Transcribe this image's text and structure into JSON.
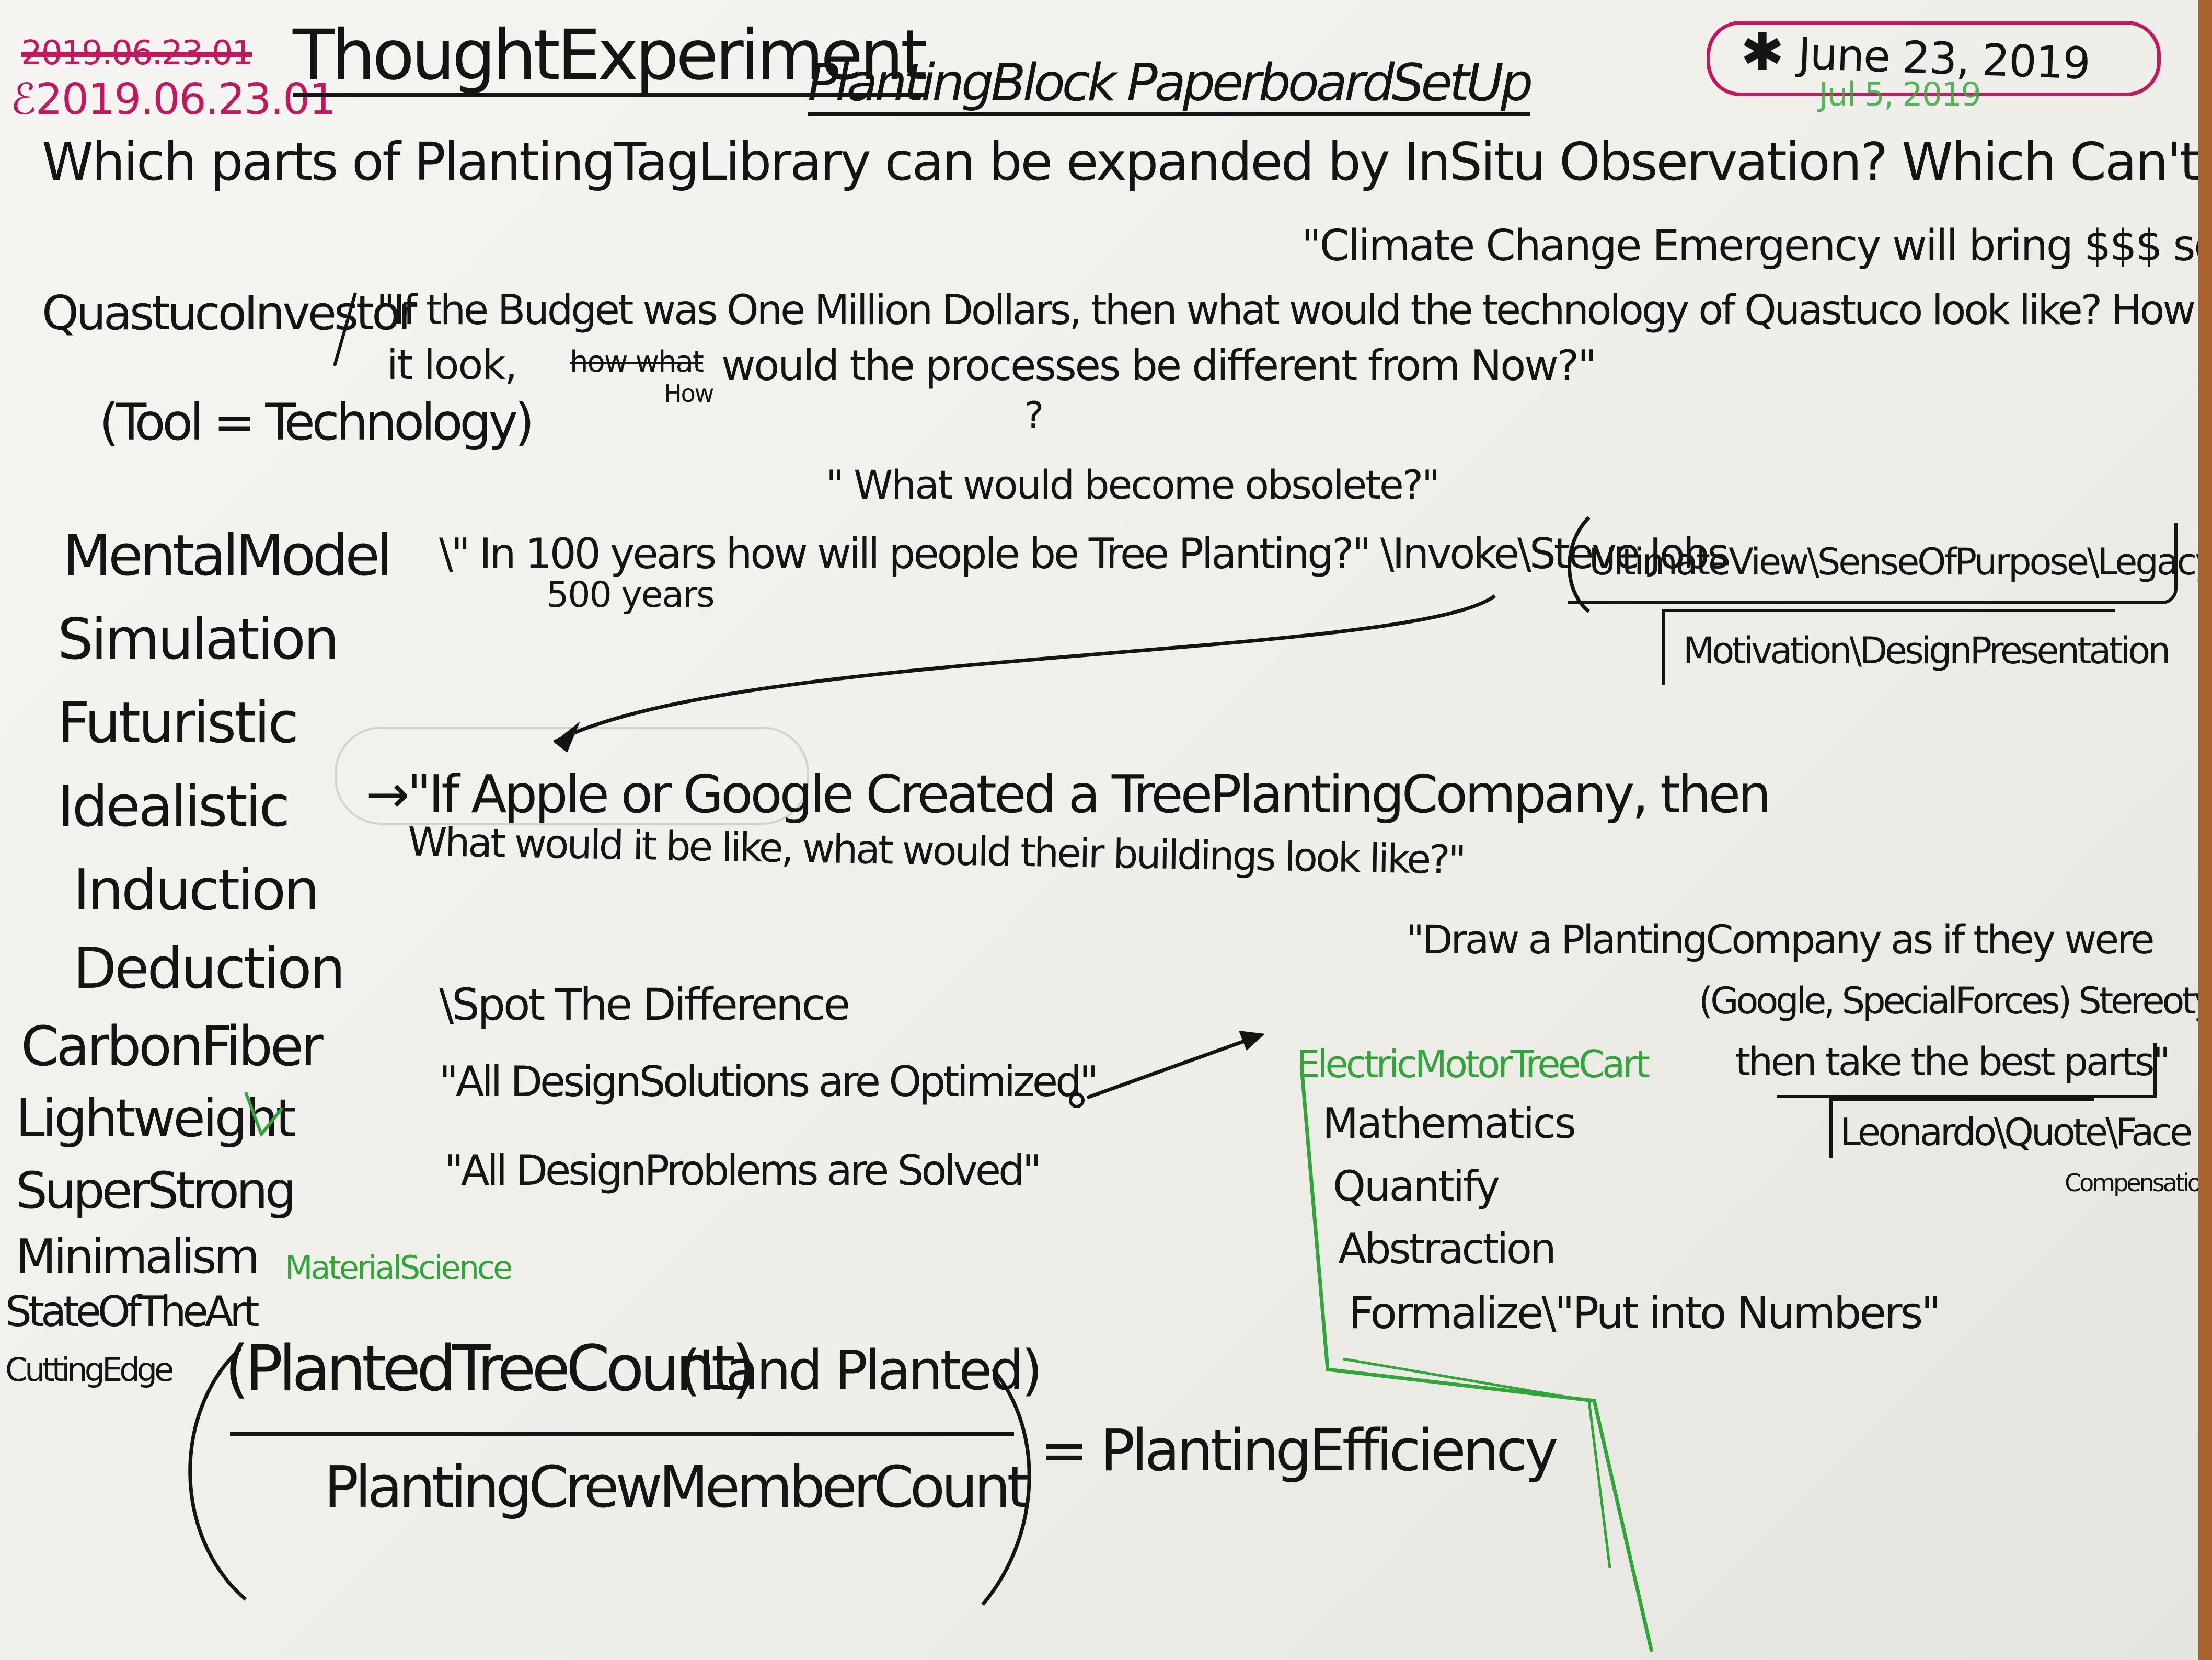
{
  "header": {
    "crossed_date": "2019.06.23.01",
    "date_code": "ℰ2019.06.23.01",
    "title": "ThoughtExperiment",
    "subtitle": "PlantingBlock PaperboardSetUp",
    "date_star": "✱",
    "date": "June 23, 2019",
    "green_date": "Jul 5, 2019"
  },
  "question": "Which parts of PlantingTagLibrary can be expanded by InSitu Observation? Which Can't?\"",
  "climate_quote": "\"Climate Change Emergency will bring $$$ soon\"",
  "investor": {
    "label": "QuastucoInvestor",
    "line1": "\"If the Budget was One Million Dollars, then what would the technology of Quastuco look like? How would",
    "line2_start": "it look,",
    "line2_crossed": "how what",
    "line2_above": "How",
    "line2_end": "would the processes be different from Now?\"",
    "question_mark": "?",
    "tool": "(Tool = Technology)"
  },
  "obsolete": "\" What would become obsolete?\"",
  "future": {
    "line_start": "\\\" In 100 years how will people be Tree Planting?\" \\Invoke\\Steve Jobs",
    "years_500": "500 years",
    "jobs_box": "UltimateView\\SenseOfPurpose\\Legacy",
    "motivation": "Motivation\\DesignPresentation"
  },
  "thinking_modes": [
    "MentalModel",
    "Simulation",
    "Futuristic",
    "Idealistic",
    "Induction",
    "Deduction"
  ],
  "material_list": [
    "CarbonFiber",
    "Lightweight",
    "SuperStrong",
    "Minimalism",
    "StateOfTheArt",
    "CuttingEdge"
  ],
  "material_science": "MaterialScience",
  "apple": {
    "line1": "→\"If Apple or Google Created a TreePlantingCompany, then",
    "line2": "What would it be like, what would their buildings look like?\""
  },
  "draw": {
    "line1": "\"Draw a PlantingCompany as if they were",
    "line2": "(Google, SpecialForces) Stereotype",
    "line3": "then take the best parts\"",
    "leonardo": "Leonardo\\Quote\\Face",
    "compensation": "Compensation"
  },
  "spot": {
    "title": "\\Spot The Difference",
    "optimized": "\"All DesignSolutions are Optimized\"",
    "solved": "\"All DesignProblems are Solved\""
  },
  "electric": {
    "title": "ElectricMotorTreeCart",
    "items": [
      "Mathematics",
      "Quantify",
      "Abstraction",
      "Formalize\\\"Put into Numbers\""
    ]
  },
  "formula": {
    "numerator_a": "(PlantedTreeCount)",
    "numerator_b": "(Land Planted)",
    "denominator": "PlantingCrewMemberCount",
    "result": "= PlantingEfficiency"
  },
  "colors": {
    "ink": "#141414",
    "pink": "#c3185e",
    "green": "#2fa53a",
    "paper": "#f2f1ec",
    "wood": "#b8703c"
  }
}
